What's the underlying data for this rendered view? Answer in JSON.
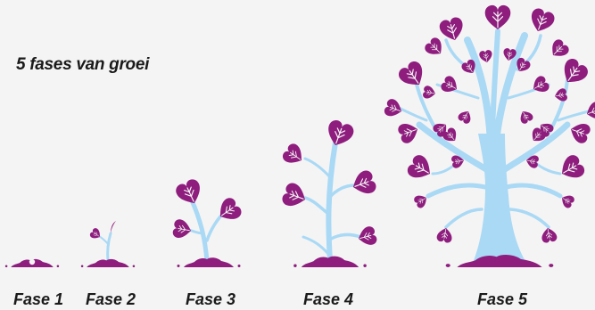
{
  "title": "5 fases van groei",
  "stages": [
    {
      "label": "Fase 1",
      "icon": "seed-mound-icon"
    },
    {
      "label": "Fase 2",
      "icon": "sprout-icon"
    },
    {
      "label": "Fase 3",
      "icon": "seedling-icon"
    },
    {
      "label": "Fase 4",
      "icon": "young-plant-icon"
    },
    {
      "label": "Fase 5",
      "icon": "tree-icon"
    }
  ],
  "colors": {
    "leaf": "#8e1d7e",
    "stem": "#a9d9f5",
    "soil": "#8e1d7e",
    "text": "#1a1a1a",
    "background": "#f4f4f4"
  }
}
